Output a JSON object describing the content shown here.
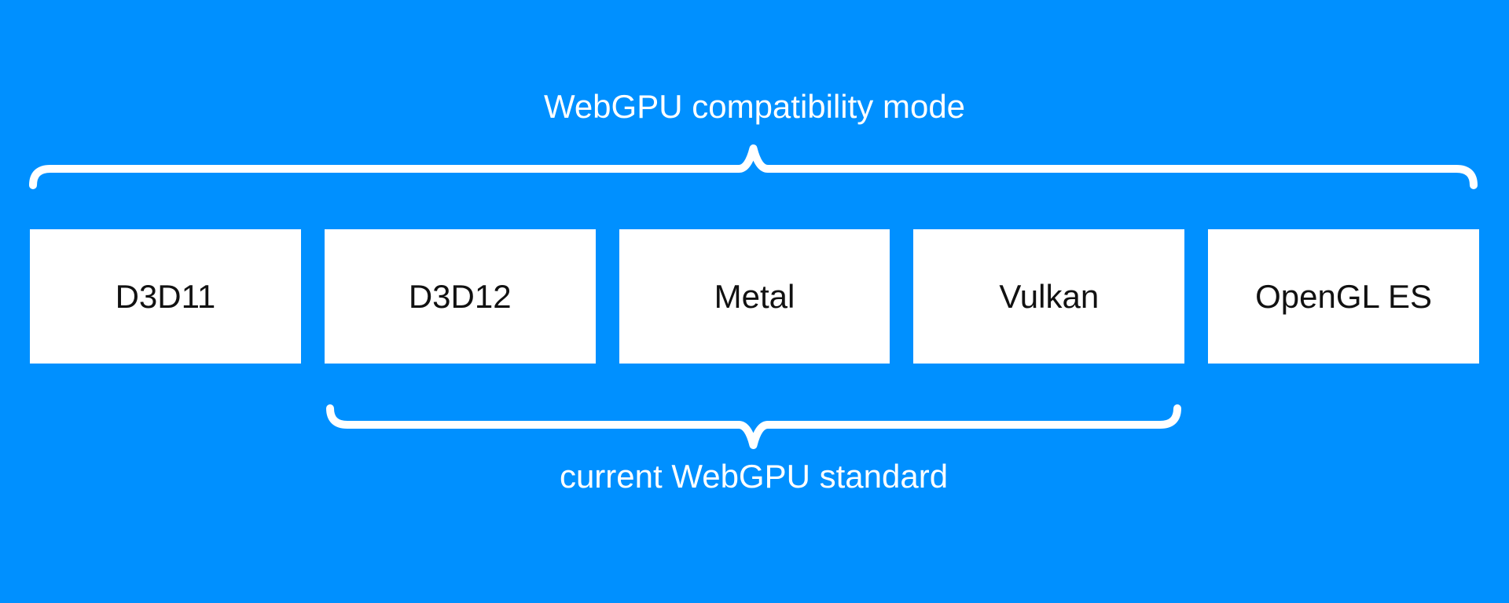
{
  "colors": {
    "background": "#0090ff",
    "brace": "#ffffff",
    "label_text": "#ffffff",
    "box_background": "#ffffff",
    "box_text": "#111111"
  },
  "top_group": {
    "label": "WebGPU compatibility mode"
  },
  "bottom_group": {
    "label": "current WebGPU standard"
  },
  "boxes": [
    {
      "label": "D3D11"
    },
    {
      "label": "D3D12"
    },
    {
      "label": "Metal"
    },
    {
      "label": "Vulkan"
    },
    {
      "label": "OpenGL ES"
    }
  ]
}
